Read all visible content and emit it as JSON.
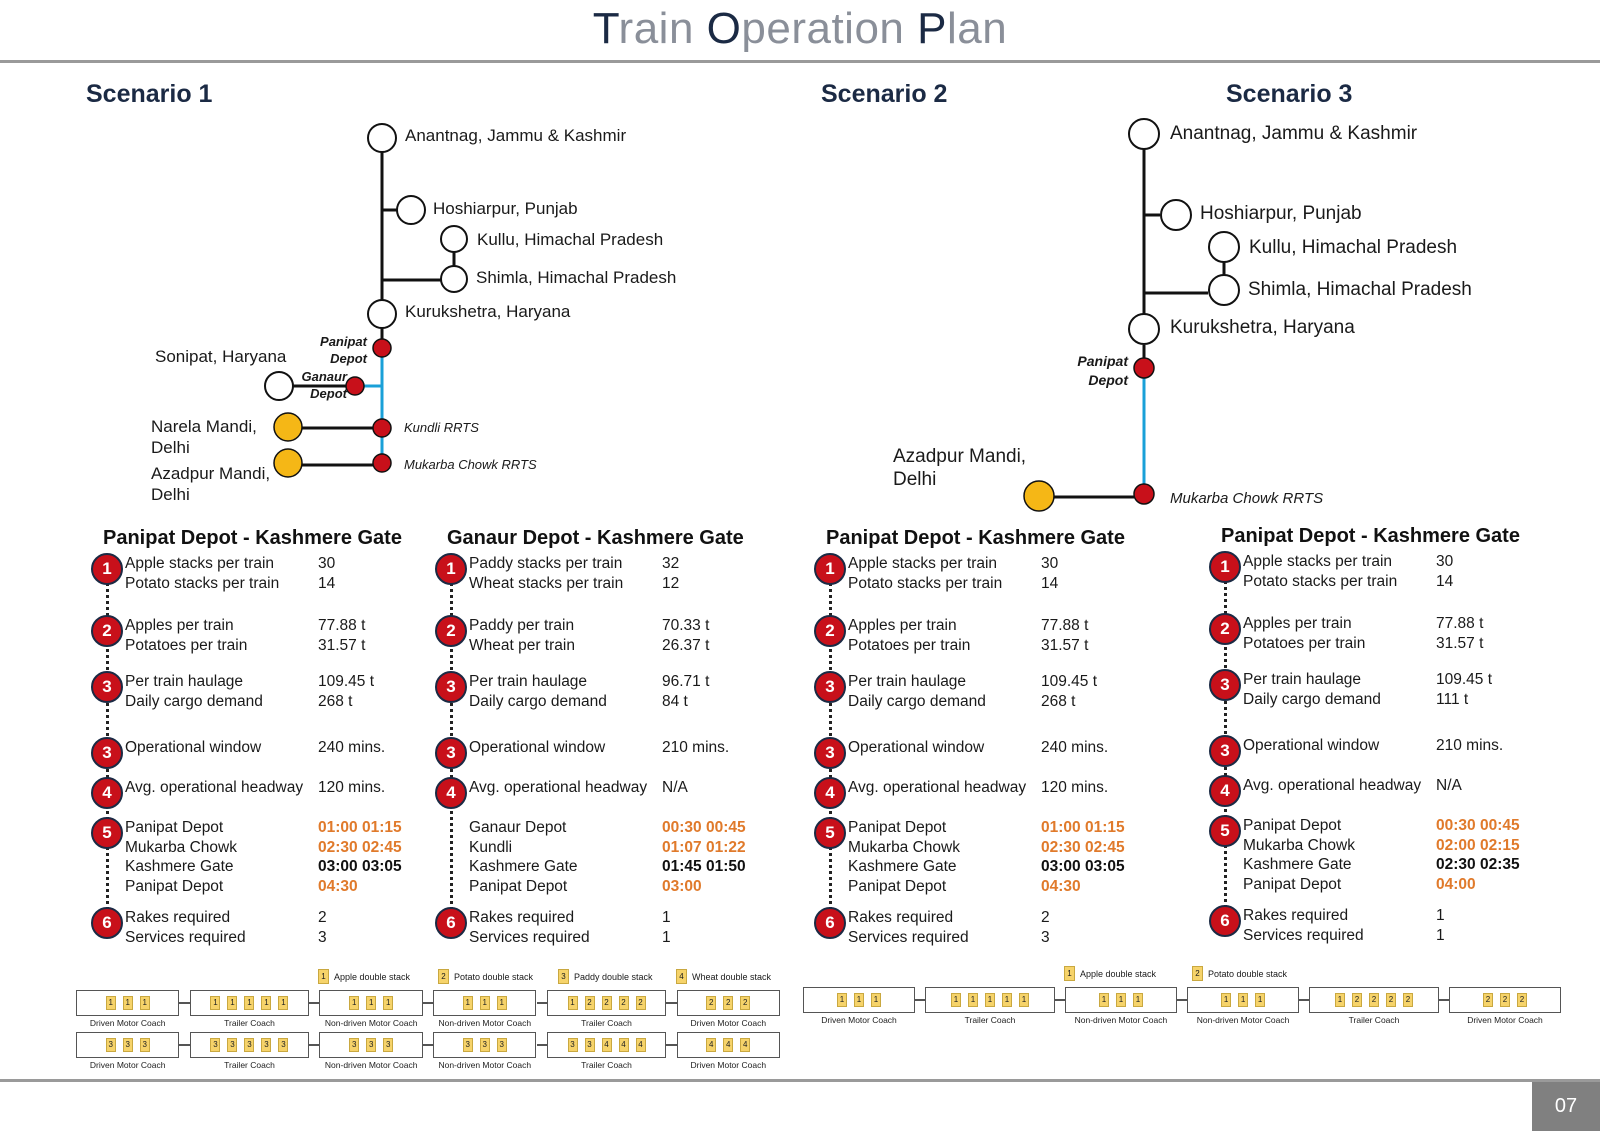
{
  "title": {
    "t": "T",
    "rain": "rain ",
    "o": "O",
    "peration": "peration ",
    "p": "P",
    "lan": "lan"
  },
  "page_number": "07",
  "scenarios": {
    "s1": "Scenario 1",
    "s2": "Scenario 2",
    "s3": "Scenario 3"
  },
  "map1": {
    "anantnag": "Anantnag, Jammu & Kashmir",
    "hoshiarpur": "Hoshiarpur, Punjab",
    "kullu": "Kullu, Himachal Pradesh",
    "shimla": "Shimla, Himachal Pradesh",
    "kurukshetra": "Kurukshetra, Haryana",
    "panipat_depot_1": "Panipat",
    "panipat_depot_2": "Depot",
    "sonipat": "Sonipat, Haryana",
    "ganaur_depot_1": "Ganaur",
    "ganaur_depot_2": "Depot",
    "narela_1": "Narela Mandi,",
    "narela_2": "Delhi",
    "kundli": "Kundli RRTS",
    "azadpur_1": "Azadpur Mandi,",
    "azadpur_2": "Delhi",
    "mukarba": "Mukarba Chowk RRTS"
  },
  "map3": {
    "anantnag": "Anantnag, Jammu & Kashmir",
    "hoshiarpur": "Hoshiarpur, Punjab",
    "kullu": "Kullu, Himachal Pradesh",
    "shimla": "Shimla, Himachal Pradesh",
    "kurukshetra": "Kurukshetra, Haryana",
    "panipat_depot_1": "Panipat",
    "panipat_depot_2": "Depot",
    "azadpur_1": "Azadpur Mandi,",
    "azadpur_2": "Delhi",
    "mukarba": "Mukarba Chowk RRTS"
  },
  "colors": {
    "badge_red": "#c8101a",
    "station_red": "#c8101a",
    "station_yellow": "#f5b716",
    "line_blue": "#1aa0d8",
    "timetable_orange": "#e07a2b",
    "heading_navy": "#1b2a44"
  },
  "panels": [
    {
      "title": "Panipat Depot - Kashmere Gate",
      "groups": [
        {
          "n": "1",
          "lines": [
            [
              "Apple stacks per train",
              "30"
            ],
            [
              "Potato stacks per train",
              "14"
            ]
          ]
        },
        {
          "n": "2",
          "lines": [
            [
              "Apples per train",
              "77.88 t"
            ],
            [
              "Potatoes per train",
              "31.57 t"
            ]
          ]
        },
        {
          "n": "3",
          "lines": [
            [
              "Per train haulage",
              "109.45 t"
            ],
            [
              "Daily cargo demand",
              "268 t"
            ]
          ]
        },
        {
          "n": "3",
          "lines": [
            [
              "Operational window",
              "240 mins."
            ]
          ]
        },
        {
          "n": "4",
          "lines": [
            [
              "Avg. operational headway",
              "120 mins."
            ]
          ]
        },
        {
          "n": "5",
          "lines": [
            [
              "Panipat Depot",
              "01:00 01:15"
            ],
            [
              "Mukarba Chowk",
              "02:30 02:45"
            ],
            [
              "Kashmere Gate",
              "03:00 03:05"
            ],
            [
              "Panipat Depot",
              "04:30"
            ]
          ]
        },
        {
          "n": "6",
          "lines": [
            [
              "Rakes required",
              "2"
            ],
            [
              "Services required",
              "3"
            ]
          ]
        }
      ]
    },
    {
      "title": "Ganaur Depot - Kashmere Gate",
      "groups": [
        {
          "n": "1",
          "lines": [
            [
              "Paddy stacks per train",
              "32"
            ],
            [
              "Wheat stacks per train",
              "12"
            ]
          ]
        },
        {
          "n": "2",
          "lines": [
            [
              "Paddy per train",
              "70.33 t"
            ],
            [
              "Wheat per train",
              "26.37 t"
            ]
          ]
        },
        {
          "n": "3",
          "lines": [
            [
              "Per train haulage",
              "96.71 t"
            ],
            [
              "Daily cargo demand",
              "84 t"
            ]
          ]
        },
        {
          "n": "3",
          "lines": [
            [
              "Operational window",
              "210 mins."
            ]
          ]
        },
        {
          "n": "4",
          "lines": [
            [
              "Avg. operational headway",
              "N/A"
            ]
          ]
        },
        {
          "n": "",
          "lines": [
            [
              "Ganaur Depot",
              "00:30 00:45"
            ],
            [
              "Kundli",
              "01:07 01:22"
            ],
            [
              "Kashmere Gate",
              "01:45 01:50"
            ],
            [
              "Panipat Depot",
              "03:00"
            ]
          ]
        },
        {
          "n": "6",
          "lines": [
            [
              "Rakes required",
              "1"
            ],
            [
              "Services required",
              "1"
            ]
          ]
        }
      ]
    },
    {
      "title": "Panipat Depot - Kashmere Gate",
      "groups": [
        {
          "n": "1",
          "lines": [
            [
              "Apple stacks per train",
              "30"
            ],
            [
              "Potato stacks per train",
              "14"
            ]
          ]
        },
        {
          "n": "2",
          "lines": [
            [
              "Apples per train",
              "77.88 t"
            ],
            [
              "Potatoes per train",
              "31.57 t"
            ]
          ]
        },
        {
          "n": "3",
          "lines": [
            [
              "Per train haulage",
              "109.45 t"
            ],
            [
              "Daily cargo demand",
              "268 t"
            ]
          ]
        },
        {
          "n": "3",
          "lines": [
            [
              "Operational window",
              "240 mins."
            ]
          ]
        },
        {
          "n": "4",
          "lines": [
            [
              "Avg. operational headway",
              "120 mins."
            ]
          ]
        },
        {
          "n": "5",
          "lines": [
            [
              "Panipat Depot",
              "01:00 01:15"
            ],
            [
              "Mukarba Chowk",
              "02:30 02:45"
            ],
            [
              "Kashmere Gate",
              "03:00 03:05"
            ],
            [
              "Panipat Depot",
              "04:30"
            ]
          ]
        },
        {
          "n": "6",
          "lines": [
            [
              "Rakes required",
              "2"
            ],
            [
              "Services required",
              "3"
            ]
          ]
        }
      ]
    },
    {
      "title": "Panipat Depot - Kashmere Gate",
      "groups": [
        {
          "n": "1",
          "lines": [
            [
              "Apple stacks per train",
              "30"
            ],
            [
              "Potato stacks per train",
              "14"
            ]
          ]
        },
        {
          "n": "2",
          "lines": [
            [
              "Apples per train",
              "77.88 t"
            ],
            [
              "Potatoes per train",
              "31.57 t"
            ]
          ]
        },
        {
          "n": "3",
          "lines": [
            [
              "Per train haulage",
              "109.45 t"
            ],
            [
              "Daily cargo demand",
              "111 t"
            ]
          ]
        },
        {
          "n": "3",
          "lines": [
            [
              "Operational window",
              "210 mins."
            ]
          ]
        },
        {
          "n": "4",
          "lines": [
            [
              "Avg. operational headway",
              "N/A"
            ]
          ]
        },
        {
          "n": "5",
          "lines": [
            [
              "Panipat Depot",
              "00:30 00:45"
            ],
            [
              "Mukarba Chowk",
              "02:00 02:15"
            ],
            [
              "Kashmere Gate",
              "02:30 02:35"
            ],
            [
              "Panipat Depot",
              "04:00"
            ]
          ]
        },
        {
          "n": "6",
          "lines": [
            [
              "Rakes required",
              "1"
            ],
            [
              "Services required",
              "1"
            ]
          ]
        }
      ]
    }
  ],
  "legend": {
    "apple": "Apple double stack",
    "potato": "Potato double stack",
    "paddy": "Paddy double stack",
    "wheat": "Wheat double stack",
    "n1": "1",
    "n2": "2",
    "n3": "3",
    "n4": "4"
  },
  "trains": [
    {
      "id": "s1-train-a",
      "coaches": [
        {
          "label": "Driven Motor Coach",
          "boxes": [
            "1",
            "1",
            "1"
          ]
        },
        {
          "label": "Trailer Coach",
          "boxes": [
            "1",
            "1",
            "1",
            "1",
            "1"
          ]
        },
        {
          "label": "Non-driven Motor Coach",
          "boxes": [
            "1",
            "1",
            "1"
          ]
        },
        {
          "label": "Non-driven Motor Coach",
          "boxes": [
            "1",
            "1",
            "1"
          ]
        },
        {
          "label": "Trailer Coach",
          "boxes": [
            "1",
            "2",
            "2",
            "2",
            "2"
          ]
        },
        {
          "label": "Driven Motor Coach",
          "boxes": [
            "2",
            "2",
            "2"
          ]
        }
      ]
    },
    {
      "id": "s1-train-b",
      "coaches": [
        {
          "label": "Driven Motor Coach",
          "boxes": [
            "3",
            "3",
            "3"
          ]
        },
        {
          "label": "Trailer Coach",
          "boxes": [
            "3",
            "3",
            "3",
            "3",
            "3"
          ]
        },
        {
          "label": "Non-driven Motor Coach",
          "boxes": [
            "3",
            "3",
            "3"
          ]
        },
        {
          "label": "Non-driven Motor Coach",
          "boxes": [
            "3",
            "3",
            "3"
          ]
        },
        {
          "label": "Trailer Coach",
          "boxes": [
            "3",
            "3",
            "4",
            "4",
            "4"
          ]
        },
        {
          "label": "Driven Motor Coach",
          "boxes": [
            "4",
            "4",
            "4"
          ]
        }
      ]
    },
    {
      "id": "s23-train",
      "coaches": [
        {
          "label": "Driven Motor Coach",
          "boxes": [
            "1",
            "1",
            "1"
          ]
        },
        {
          "label": "Trailer Coach",
          "boxes": [
            "1",
            "1",
            "1",
            "1",
            "1"
          ]
        },
        {
          "label": "Non-driven Motor Coach",
          "boxes": [
            "1",
            "1",
            "1"
          ]
        },
        {
          "label": "Non-driven Motor Coach",
          "boxes": [
            "1",
            "1",
            "1"
          ]
        },
        {
          "label": "Trailer Coach",
          "boxes": [
            "1",
            "2",
            "2",
            "2",
            "2"
          ]
        },
        {
          "label": "Driven Motor Coach",
          "boxes": [
            "2",
            "2",
            "2"
          ]
        }
      ]
    }
  ]
}
